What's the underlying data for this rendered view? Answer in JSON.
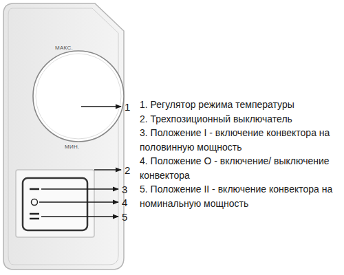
{
  "diagram": {
    "labels": [
      "МАКС.",
      "МИН.",
      "1",
      "2",
      "3",
      "4",
      "5",
      "1. Регулятор режима температуры",
      "2. Трехпозиционный выключатель",
      "3. Положение I - включение конвектора на половинную мощность",
      "4. Положение О - включение/ выключение конвектора",
      "5. Положение II - включение конвектора на номинальную мощность"
    ]
  }
}
